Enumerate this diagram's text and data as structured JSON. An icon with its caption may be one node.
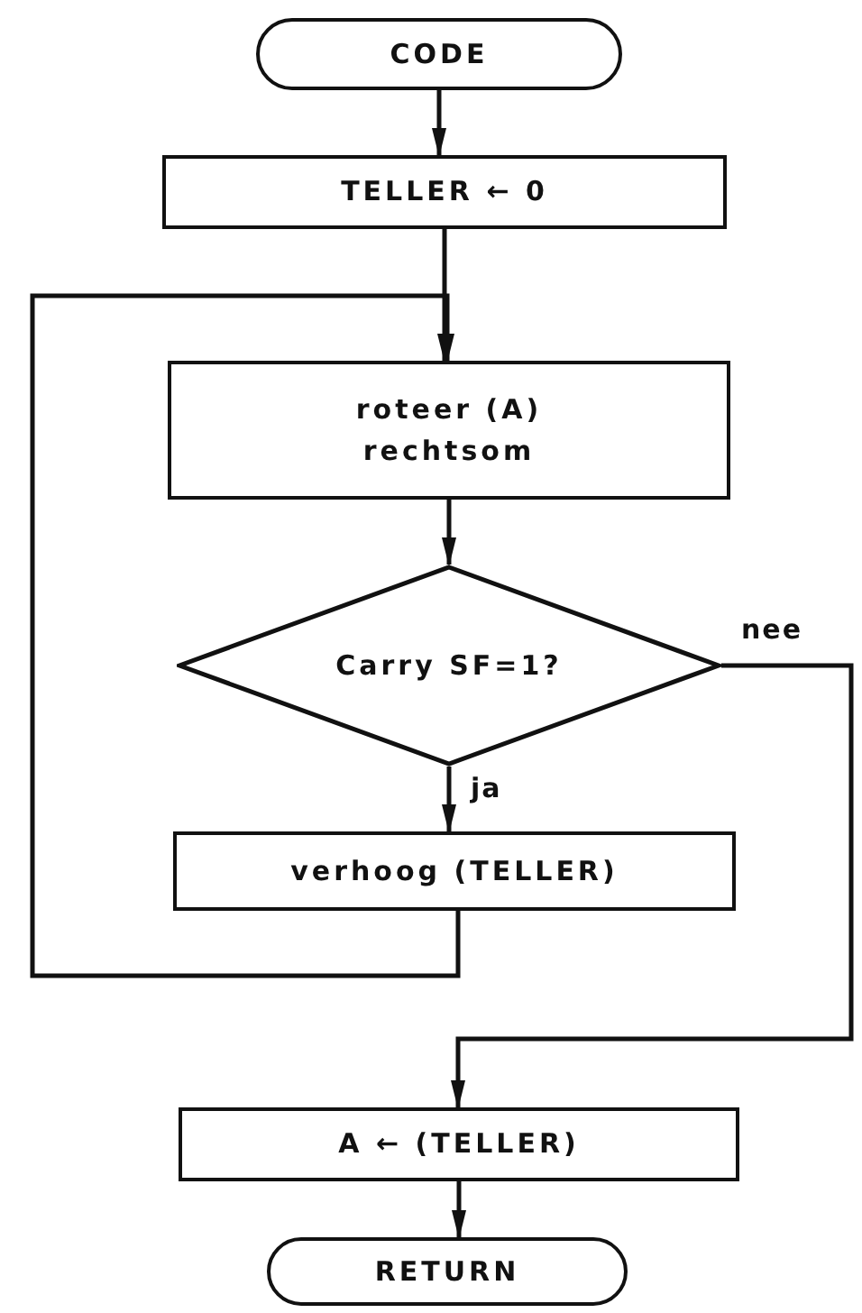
{
  "diagram": {
    "nodes": [
      {
        "text": [
          "CODE"
        ]
      },
      {
        "text": [
          "TELLER ← 0"
        ]
      },
      {
        "text": [
          "roteer (A) rechtsom"
        ]
      },
      {
        "text": [
          "Carry SF=1?"
        ]
      },
      {
        "text": [
          "verhoog (TELLER)"
        ]
      },
      {
        "text": [
          "A ← (TELLER)"
        ]
      },
      {
        "text": [
          "RETURN"
        ]
      }
    ],
    "edges": [
      {
        "from": 0,
        "to": 1,
        "arrow": "to"
      },
      {
        "from": 1,
        "to": 2,
        "arrow": "to"
      },
      {
        "from": 2,
        "to": 3,
        "arrow": "to"
      },
      {
        "from": 3,
        "to": 4,
        "arrow": "to",
        "label": "ja"
      },
      {
        "from": 4,
        "to": 2,
        "arrow": "to"
      },
      {
        "from": 3,
        "to": 5,
        "arrow": "to",
        "label": "nee"
      },
      {
        "from": 5,
        "to": 6,
        "arrow": "to"
      }
    ]
  }
}
